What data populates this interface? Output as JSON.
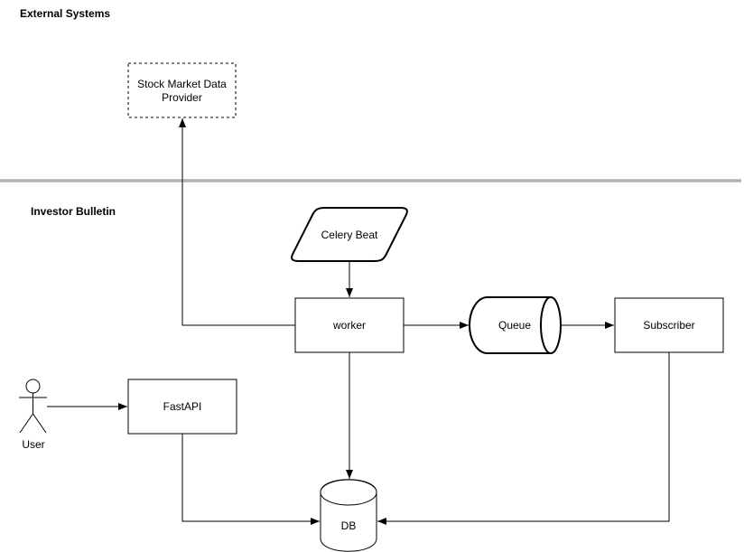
{
  "colors": {
    "background": "#ffffff",
    "stroke": "#000000",
    "text": "#000000",
    "divider": "#b3b3b3"
  },
  "sections": {
    "external_systems": {
      "label": "External Systems"
    },
    "investor_bulletin": {
      "label": "Investor Bulletin"
    }
  },
  "nodes": {
    "stock_market_data_provider": {
      "label": "Stock Market Data Provider",
      "label_line1": "Stock Market Data",
      "label_line2": "Provider",
      "shape": "dashed-rectangle",
      "section": "External Systems"
    },
    "celery_beat": {
      "label": "Celery Beat",
      "shape": "parallelogram",
      "section": "Investor Bulletin"
    },
    "worker": {
      "label": "worker",
      "shape": "rectangle",
      "section": "Investor Bulletin"
    },
    "queue": {
      "label": "Queue",
      "shape": "horizontal-cylinder",
      "section": "Investor Bulletin"
    },
    "subscriber": {
      "label": "Subscriber",
      "shape": "rectangle",
      "section": "Investor Bulletin"
    },
    "user": {
      "label": "User",
      "shape": "actor",
      "section": "Investor Bulletin"
    },
    "fastapi": {
      "label": "FastAPI",
      "shape": "rectangle",
      "section": "Investor Bulletin"
    },
    "db": {
      "label": "DB",
      "shape": "vertical-cylinder",
      "section": "Investor Bulletin"
    }
  },
  "edges": [
    {
      "from": "celery_beat",
      "to": "worker"
    },
    {
      "from": "worker",
      "to": "stock_market_data_provider"
    },
    {
      "from": "worker",
      "to": "queue"
    },
    {
      "from": "queue",
      "to": "subscriber"
    },
    {
      "from": "worker",
      "to": "db"
    },
    {
      "from": "user",
      "to": "fastapi"
    },
    {
      "from": "fastapi",
      "to": "db"
    },
    {
      "from": "subscriber",
      "to": "db"
    }
  ]
}
